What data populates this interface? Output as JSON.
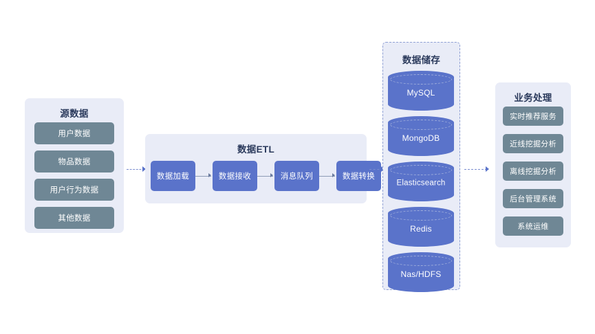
{
  "diagram": {
    "background_color": "#ffffff",
    "accent_blue": "#5a73ca",
    "slate_color": "#6f8795",
    "panel_bg": "#e9ecf7",
    "title_color": "#2b3a5c"
  },
  "source_panel": {
    "title": "源数据",
    "items": [
      {
        "label": "用户数据"
      },
      {
        "label": "物品数据"
      },
      {
        "label": "用户行为数据"
      },
      {
        "label": "其他数据"
      }
    ]
  },
  "etl_panel": {
    "title": "数据ETL",
    "steps": [
      {
        "label": "数据加载"
      },
      {
        "label": "数据接收"
      },
      {
        "label": "消息队列"
      },
      {
        "label": "数据转换"
      }
    ]
  },
  "storage_panel": {
    "title": "数据储存",
    "stores": [
      {
        "label": "MySQL"
      },
      {
        "label": "MongoDB"
      },
      {
        "label": "Elasticsearch"
      },
      {
        "label": "Redis"
      },
      {
        "label": "Nas/HDFS"
      }
    ]
  },
  "business_panel": {
    "title": "业务处理",
    "items": [
      {
        "label": "实时推荐服务"
      },
      {
        "label": "近线挖掘分析"
      },
      {
        "label": "离线挖掘分析"
      },
      {
        "label": "后台管理系统"
      },
      {
        "label": "系统运维"
      }
    ]
  }
}
